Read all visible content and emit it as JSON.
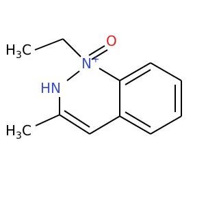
{
  "molecule": {
    "atoms": {
      "methyl_top": {
        "main": "H",
        "sub": "3",
        "tail": "C"
      },
      "n_oxide": {
        "main": "N",
        "charge": "+"
      },
      "oxygen": {
        "main": "O"
      },
      "nh": {
        "main": "HN"
      },
      "methyl_bottom": {
        "main": "H",
        "sub": "3",
        "tail": "C"
      }
    }
  },
  "colors": {
    "nitrogen": "#3a4fd0",
    "oxygen": "#e02020",
    "carbon": "#000000",
    "background": "#ffffff"
  }
}
